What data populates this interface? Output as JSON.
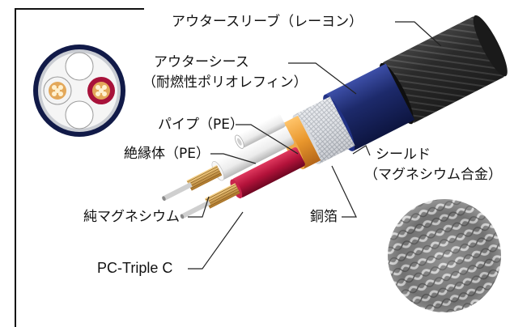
{
  "labels": {
    "outer_sleeve": "アウタースリーブ（レーヨン）",
    "outer_sheath_1": "アウターシース",
    "outer_sheath_2": "（耐燃性ポリオレフィン）",
    "pipe": "パイプ（PE）",
    "insulator": "絶縁体（PE）",
    "pure_magnesium": "純マグネシウム",
    "shield_1": "シールド",
    "shield_2": "（マグネシウム合金）",
    "copper_foil": "銅箔",
    "pc_triple_c": "PC-Triple C"
  },
  "colors": {
    "sleeve": "#1c1c1c",
    "sheath": "#1d2a6b",
    "shield": "#c9ccd2",
    "copper_foil": "#e8962c",
    "red_insulator": "#b3123a",
    "white_insulator": "#f2f2f2",
    "pipe": "#dcdcdc",
    "magnesium_conductor": "#d9a55a",
    "copper_conductor": "#d08850"
  },
  "icons": {
    "cross_section": "cable-cross-section-icon",
    "braid_closeup": "braided-shield-closeup-image"
  }
}
